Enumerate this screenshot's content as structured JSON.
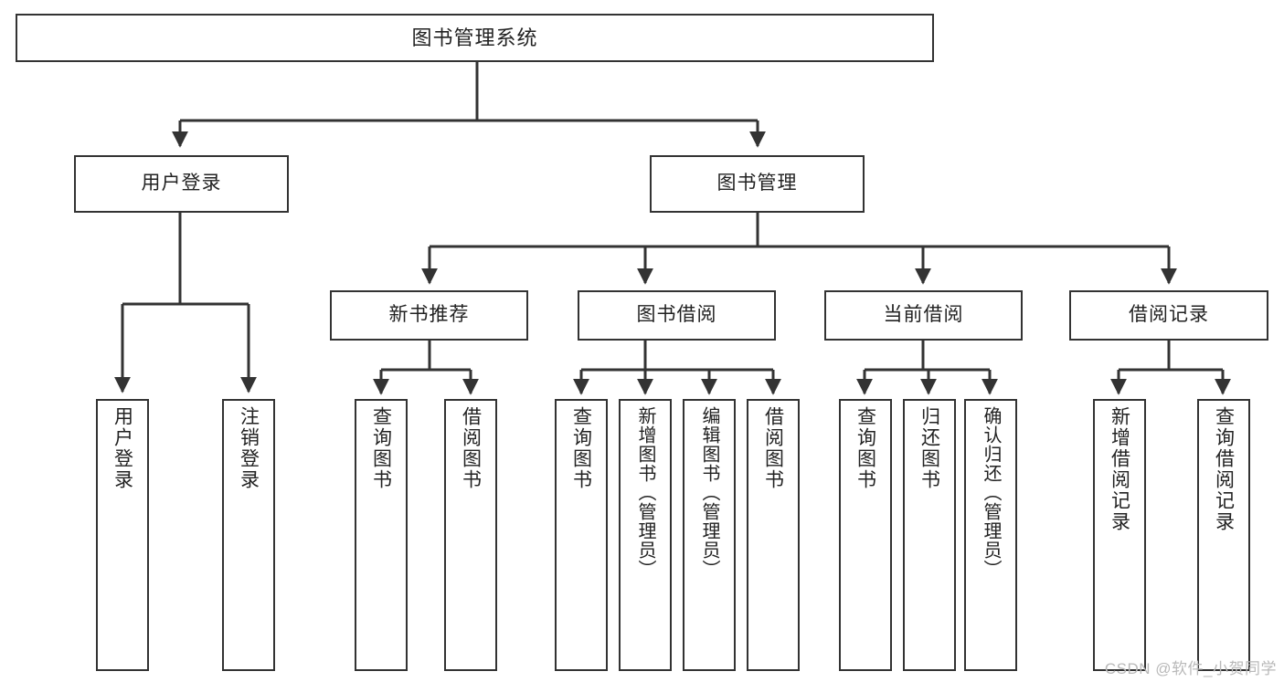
{
  "diagram": {
    "type": "tree-hierarchy-chart",
    "title": "图书管理系统",
    "line_color": "#333333",
    "background_color": "#ffffff",
    "text_color": "#222222",
    "watermark": "CSDN @软件_小贺同学",
    "levels": 4,
    "nodes": {
      "root": {
        "label": "图书管理系统"
      },
      "level2": [
        {
          "label": "用户登录"
        },
        {
          "label": "图书管理"
        }
      ],
      "level3": [
        {
          "label": "新书推荐"
        },
        {
          "label": "图书借阅"
        },
        {
          "label": "当前借阅"
        },
        {
          "label": "借阅记录"
        }
      ],
      "login_children": [
        {
          "label": "用户登录"
        },
        {
          "label": "注销登录"
        }
      ],
      "newbook_children": [
        {
          "label": "查询图书"
        },
        {
          "label": "借阅图书"
        }
      ],
      "borrow_children": [
        {
          "label": "查询图书"
        },
        {
          "label": "新增图书（管理员）"
        },
        {
          "label": "编辑图书（管理员）"
        },
        {
          "label": "借阅图书"
        }
      ],
      "current_children": [
        {
          "label": "查询图书"
        },
        {
          "label": "归还图书"
        },
        {
          "label": "确认归还（管理员）"
        }
      ],
      "record_children": [
        {
          "label": "新增借阅记录"
        },
        {
          "label": "查询借阅记录"
        }
      ]
    }
  }
}
